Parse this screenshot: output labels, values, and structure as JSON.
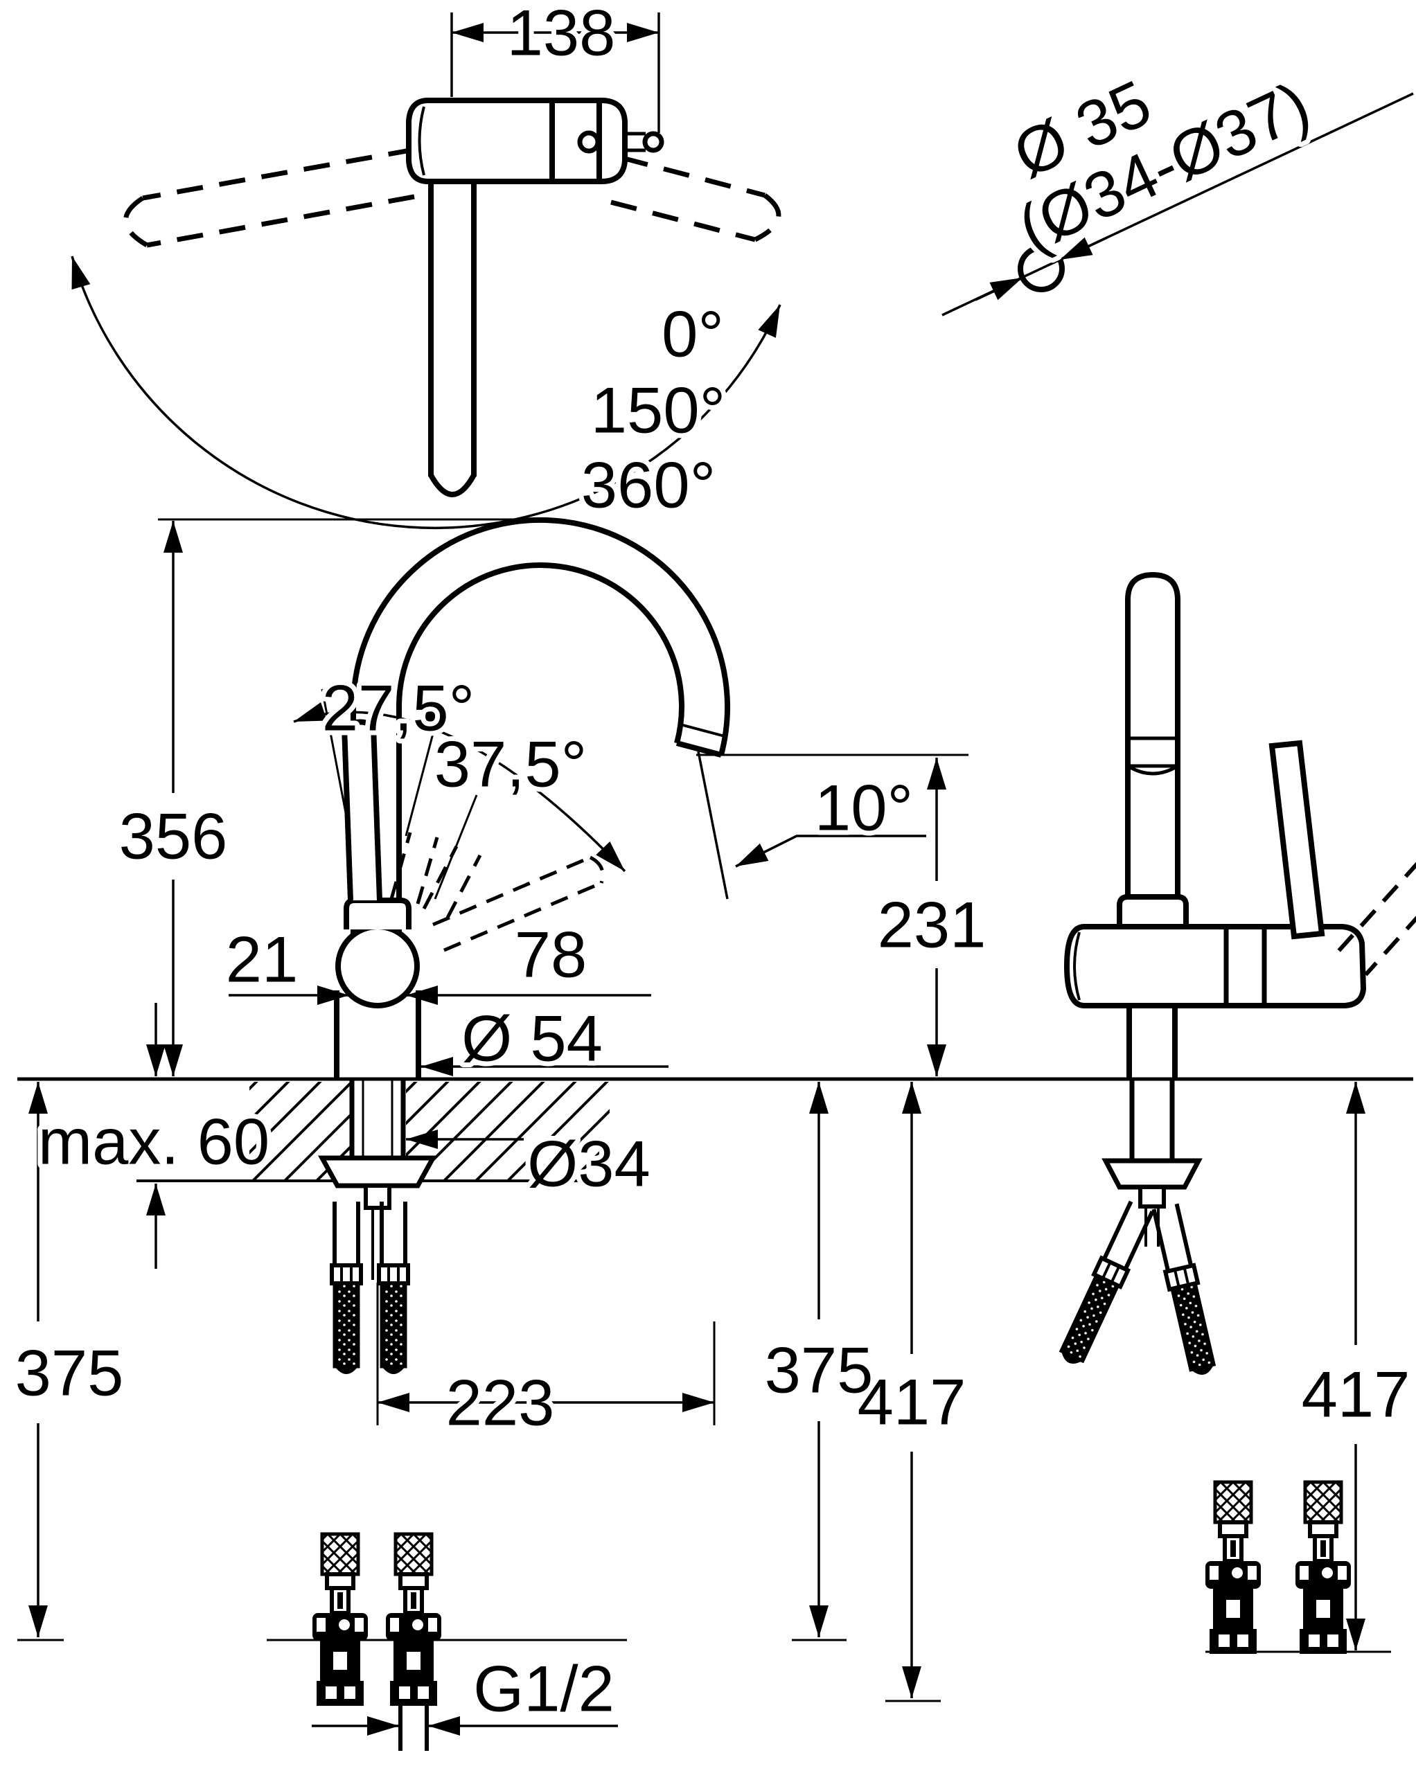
{
  "colors": {
    "line": "#000000",
    "background": "#ffffff"
  },
  "top_view": {
    "width_dim": "138",
    "swivel_angle_stop1": "0°",
    "swivel_angle_stop2": "150°",
    "swivel_angle_stop3": "360°"
  },
  "hole_callout": {
    "diameter": "Ø 35",
    "range": "(Ø34-Ø37)"
  },
  "front_view": {
    "spout_height": "356",
    "handle_angle_open": "27,5°",
    "handle_angle_full": "37,5°",
    "offset_small": "21",
    "offset_large": "78",
    "base_diameter": "Ø 54",
    "deck_thickness": "max. 60",
    "shank_diameter": "Ø34",
    "outlet_angle": "10°",
    "outlet_height": "231",
    "spout_projection": "223",
    "hose_drop_left": "375",
    "hose_drop_mid": "375",
    "supply_drop_mid": "417"
  },
  "side_view": {
    "supply_drop_right": "417"
  },
  "connection": {
    "thread_label": "G1/2"
  }
}
